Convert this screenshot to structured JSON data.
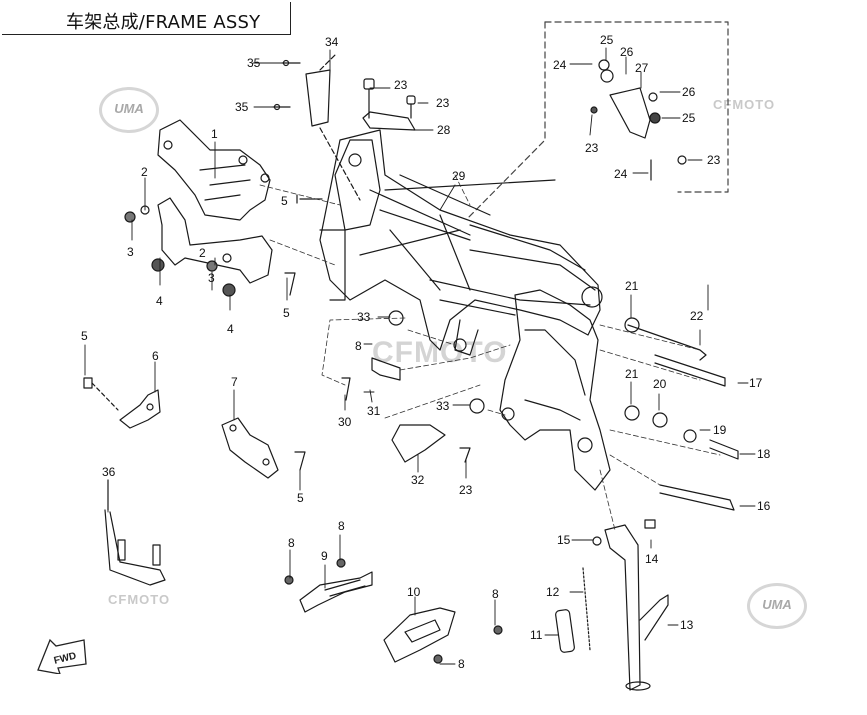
{
  "title": "车架总成/FRAME ASSY",
  "watermarks": {
    "uma": "UMA",
    "cfmoto": "CFMOTO"
  },
  "fwd_label": "FWD",
  "colors": {
    "line": "#1a1a1a",
    "watermark": "#c9c9c9",
    "dashed_box": "#444444"
  },
  "callouts": [
    "1",
    "2",
    "3",
    "4",
    "5",
    "6",
    "7",
    "8",
    "9",
    "10",
    "11",
    "12",
    "13",
    "14",
    "15",
    "16",
    "17",
    "18",
    "19",
    "20",
    "21",
    "22",
    "23",
    "24",
    "25",
    "26",
    "27",
    "28",
    "29",
    "30",
    "31",
    "32",
    "33",
    "34",
    "35",
    "36"
  ]
}
